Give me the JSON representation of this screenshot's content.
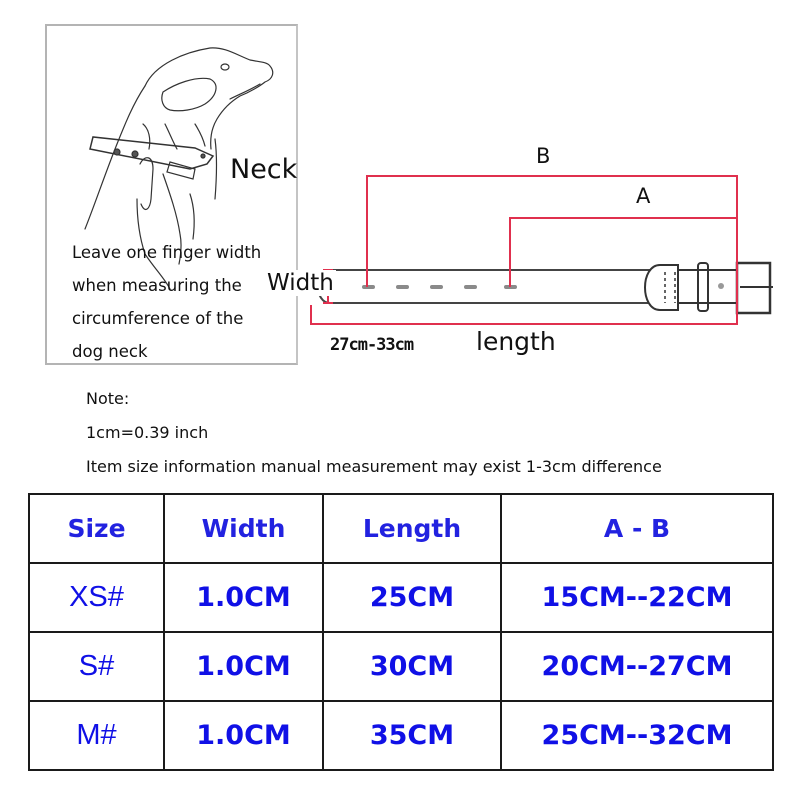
{
  "illustration": {
    "neck_label": "Neck",
    "instruction_lines": [
      "Leave one finger width",
      "when measuring the",
      "circumference of the",
      "dog neck"
    ]
  },
  "collar_diagram": {
    "width_label": "Width",
    "range_label": "27cm-33cm",
    "length_label": "length",
    "a_label": "A",
    "b_label": "B",
    "bracket_color": "#e0304e"
  },
  "notes": {
    "title": "Note:",
    "conversion": "1cm=0.39 inch",
    "disclaimer": "Item size information manual measurement may exist 1-3cm difference"
  },
  "size_table": {
    "headers": [
      "Size",
      "Width",
      "Length",
      "A - B"
    ],
    "rows": [
      {
        "size": "XS#",
        "width": "1.0CM",
        "length": "25CM",
        "ab": "15CM--22CM"
      },
      {
        "size": "S#",
        "width": "1.0CM",
        "length": "30CM",
        "ab": "20CM--27CM"
      },
      {
        "size": "M#",
        "width": "1.0CM",
        "length": "35CM",
        "ab": "25CM--32CM"
      }
    ],
    "text_color": "#1010e6"
  }
}
